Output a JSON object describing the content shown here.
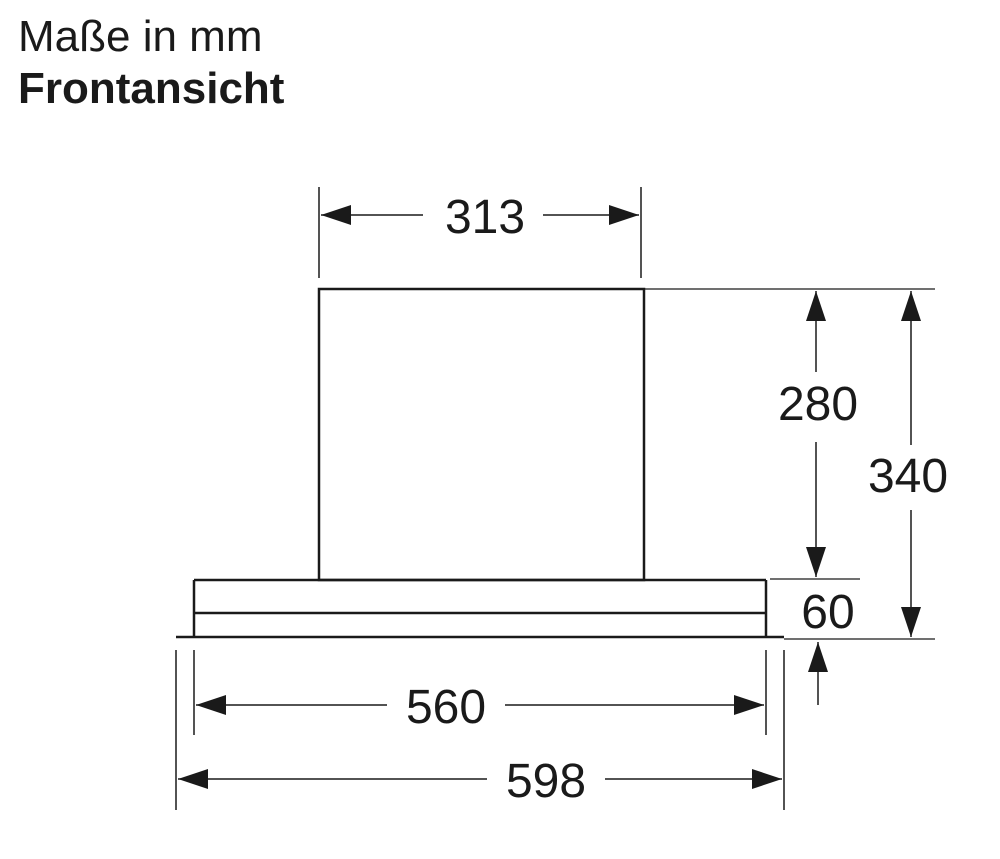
{
  "header": {
    "unit_label": "Maße in mm",
    "view_label": "Frontansicht"
  },
  "dimensions": {
    "top_width": "313",
    "upper_height": "280",
    "total_height": "340",
    "lower_height": "60",
    "inner_width": "560",
    "outer_width": "598"
  },
  "colors": {
    "line": "#1a1a1a",
    "background": "#ffffff"
  }
}
